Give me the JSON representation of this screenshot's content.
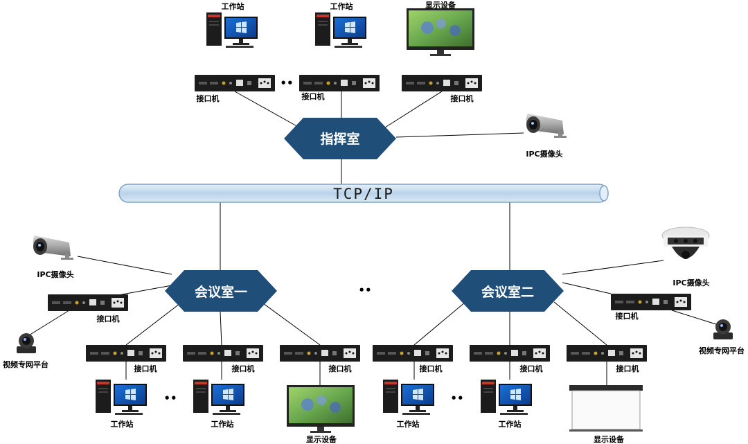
{
  "network": {
    "bus_label": "TCP/IP"
  },
  "hubs": {
    "command": {
      "label": "指挥室"
    },
    "meeting1": {
      "label": "会议室一"
    },
    "meeting2": {
      "label": "会议室二"
    }
  },
  "labels": {
    "workstation": "工作站",
    "display": "显示设备",
    "interface": "接口机",
    "ipc_camera": "IPC摄像头",
    "video_platform": "视频专网平台",
    "ellipsis": "••"
  },
  "colors": {
    "hub_fill": "#1f4e79",
    "bus_fill": "#c6dcef",
    "bus_stroke": "#7ea4c6",
    "line": "#000000",
    "device_body": "#1c1c1c"
  }
}
